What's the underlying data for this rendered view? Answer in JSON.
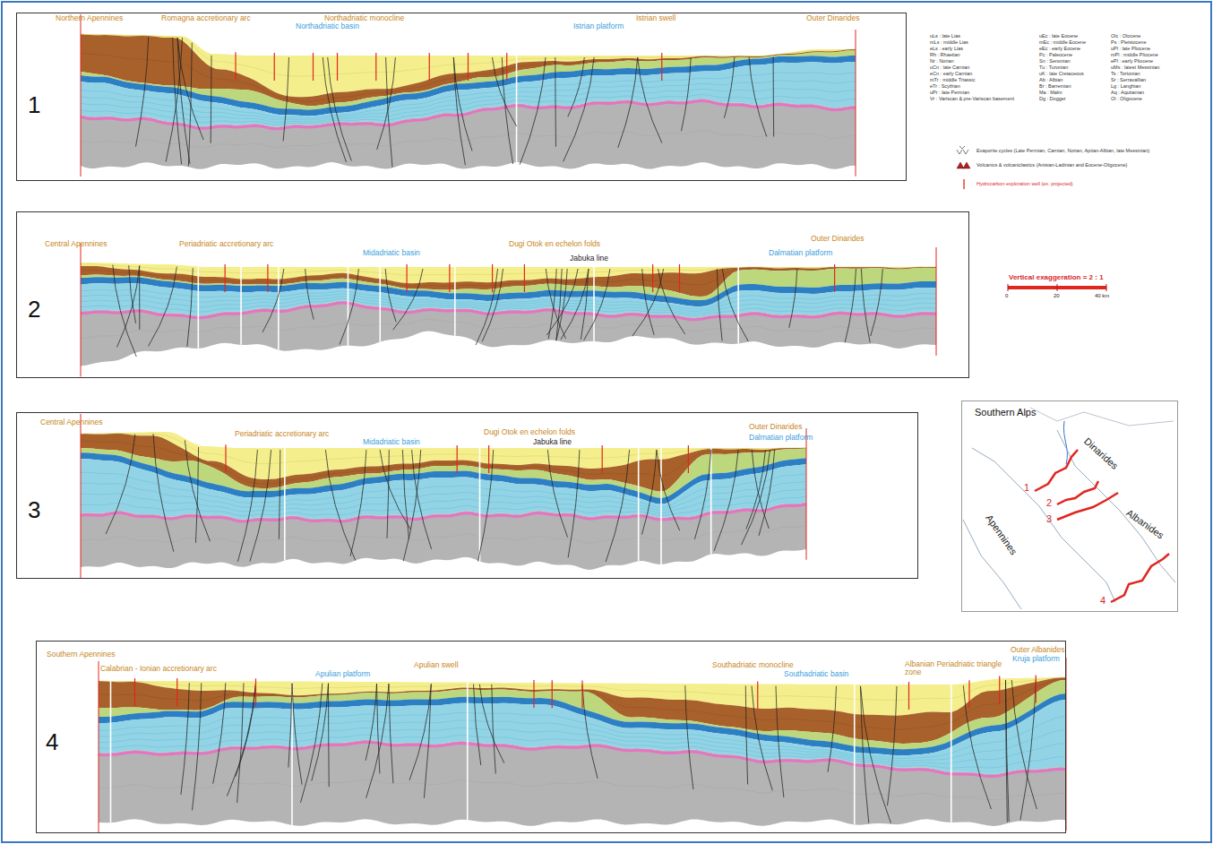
{
  "diagram": {
    "nodes": [
      {
        "text": [
          "1"
        ]
      },
      {
        "text": [
          "2"
        ]
      },
      {
        "text": [
          "3"
        ]
      },
      {
        "text": [
          "4"
        ]
      },
      {
        "text": [
          "Southern Alps"
        ]
      }
    ],
    "labels": [
      "Northern Apennines",
      "Romagna accretionary arc",
      "Northadriatic basin",
      "Northadriatic monocline",
      "Istrian platform",
      "Istrian swell",
      "Outer Dinarides",
      "Central Apennines",
      "Periadriatic accretionary arc",
      "Midadriatic basin",
      "Dugi Otok en echelon folds",
      "Jabuka line",
      "Outer Dinarides",
      "Dalmatian platform",
      "Central Apennines",
      "Periadriatic accretionary arc",
      "Midadriatic basin",
      "Dugi Otok en echelon folds",
      "Jabuka line",
      "Outer Dinarides",
      "Dalmatian platform",
      "Southern Apennines",
      "Calabrian - Ionian accretionary arc",
      "Apulian platform",
      "Apulian swell",
      "Southadriatic monocline",
      "Southadriatic basin",
      "Albanian Periadriatic triangle zone",
      "Outer Albanides",
      "Kruja platform",
      "Dinarides",
      "Albanides",
      "Apennines",
      "1",
      "2",
      "3",
      "4",
      "Vertical exaggeration = 2 : 1",
      "0",
      "20",
      "40 km",
      "uLs : late Lias",
      "mLs : middle Lias",
      "eLs : early Lias",
      "Rh : Rhaetian",
      "Nr : Norian",
      "uCn : late Carnian",
      "eCn : early Carnian",
      "mTr : middle Triassic",
      "eTr : Scythian",
      "uPr : late Permian",
      "Vr : Variscan & pre-Variscan basement",
      "uEc : late Eocene",
      "mEc : middle Eocene",
      "eEc : early Eocene",
      "Pc : Paleocene",
      "Sn : Senonian",
      "Tu : Turonian",
      "uK : late Cretaceous",
      "Ab : Albian",
      "Br : Barremian",
      "Ma : Malm",
      "Dg : Dogger",
      "Olc : Olocene",
      "Ps : Pleistocene",
      "uPl : late Pliocene",
      "mPl : middle Pliocene",
      "ePl : early Pliocene",
      "uMs : latest Messinian",
      "Ts : Tortonian",
      "Sr : Serravallian",
      "Lg : Langhian",
      "Aq : Aquitanian",
      "Ol : Oligocene"
    ],
    "legend": [
      {
        "text": "Evaporite cycles (Late Permian, Carnian, Norian, Aptian-Albian, late Messinian)"
      },
      {
        "text": "Volcanics & volcaniclastics (Anisian-Ladinian and Eocene-Oligocene)"
      },
      {
        "text": "Hydrocarbon exploration well (ex. projected)"
      }
    ]
  }
}
